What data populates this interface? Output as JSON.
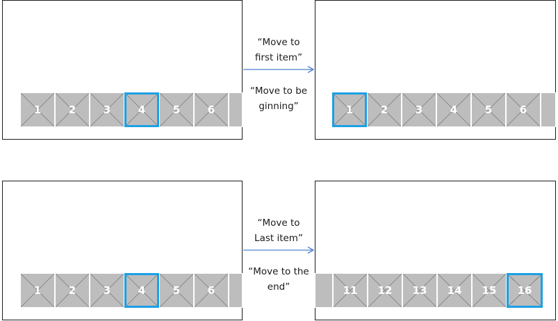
{
  "top_row": {
    "before": {
      "items": [
        "1",
        "2",
        "3",
        "4",
        "5",
        "6"
      ],
      "selected": "4"
    },
    "after": {
      "items": [
        "1",
        "2",
        "3",
        "4",
        "5",
        "6"
      ],
      "selected": "1"
    },
    "caption_primary": "“Move to first item”",
    "caption_primary_line1": "“Move to",
    "caption_primary_line2": "first item”",
    "caption_secondary_line1": "“Move to be",
    "caption_secondary_line2": "ginning”"
  },
  "bottom_row": {
    "before": {
      "items": [
        "1",
        "2",
        "3",
        "4",
        "5",
        "6"
      ],
      "selected": "4"
    },
    "after": {
      "items": [
        "11",
        "12",
        "13",
        "14",
        "15",
        "16"
      ],
      "selected": "16"
    },
    "caption_primary_line1": "“Move to",
    "caption_primary_line2": "Last item”",
    "caption_secondary_line1": "“Move to the",
    "caption_secondary_line2": "end”"
  },
  "colors": {
    "highlight": "#1aa0e6",
    "arrow": "#4a7fd4",
    "tile_fill": "#bdbdbd",
    "frame": "#1a1a1a"
  },
  "icons": {
    "arrow": "right-arrow-icon"
  }
}
